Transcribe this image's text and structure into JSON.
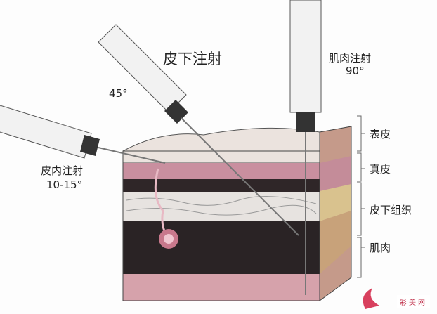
{
  "labels": {
    "subcutaneous_injection": "皮下注射",
    "subcutaneous_angle": "45°",
    "intramuscular_injection": "肌肉注射",
    "intramuscular_angle": "90°",
    "intradermal_injection": "皮内注射",
    "intradermal_angle": "10-15°"
  },
  "layers": [
    "表皮",
    "真皮",
    "皮下组织",
    "肌肉"
  ],
  "watermark": {
    "text": "彩美网"
  },
  "colors": {
    "epidermis": "#e9dcd6",
    "dermis": "#c98f9f",
    "subcutaneous": "#e7e3e0",
    "muscle": "#2a2325",
    "bottom": "#d6a2ab",
    "side": "#b98a7a"
  }
}
